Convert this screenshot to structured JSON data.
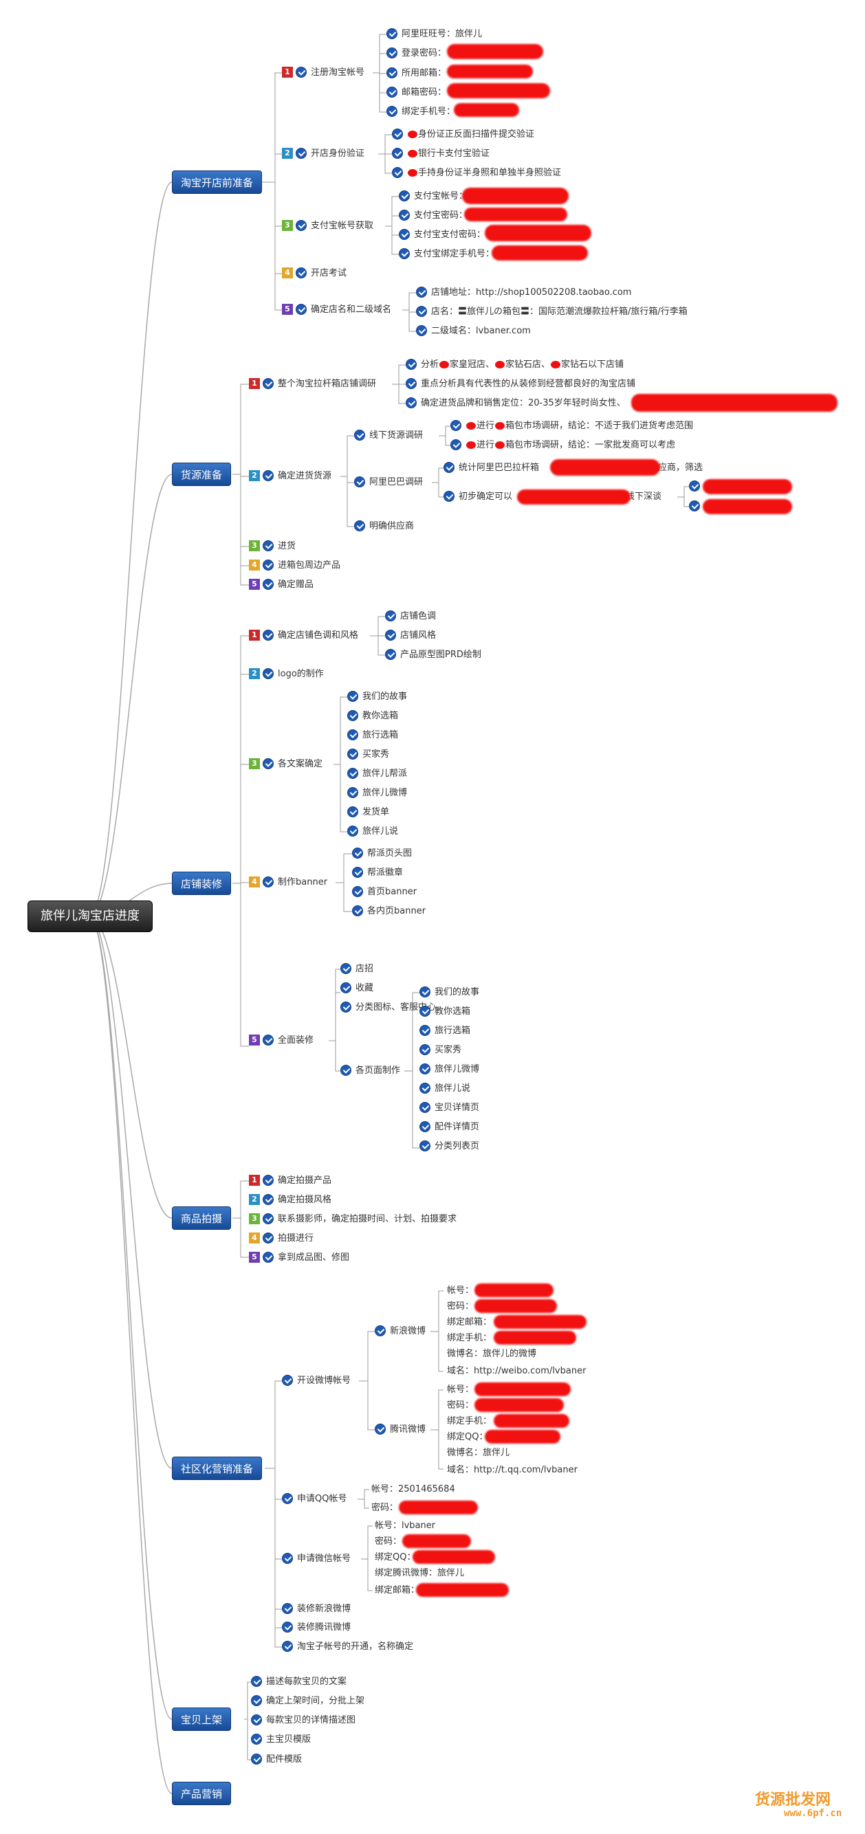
{
  "root": "旅伴儿淘宝店进度",
  "categories": {
    "c1": "淘宝开店前准备",
    "c2": "货源准备",
    "c3": "店铺装修",
    "c4": "商品拍摄",
    "c5": "社区化营销准备",
    "c6": "宝贝上架",
    "c7": "产品营销"
  },
  "tasks": {
    "c1_1": "注册淘宝帐号",
    "c1_2": "开店身份验证",
    "c1_3": "支付宝帐号获取",
    "c1_4": "开店考试",
    "c1_5": "确定店名和二级域名",
    "c2_1": "整个淘宝拉杆箱店铺调研",
    "c2_2": "确定进货货源",
    "c2_3": "进货",
    "c2_4": "进箱包周边产品",
    "c2_5": "确定赠品",
    "c3_1": "确定店铺色调和风格",
    "c3_2": "logo的制作",
    "c3_3": "各文案确定",
    "c3_4": "制作banner",
    "c3_5": "全面装修",
    "c4_1": "确定拍摄产品",
    "c4_2": "确定拍摄风格",
    "c4_3": "联系摄影师，确定拍摄时间、计划、拍摄要求",
    "c4_4": "拍摄进行",
    "c4_5": "拿到成品图、修图",
    "c5_1": "开设微博帐号",
    "c5_2": "申请QQ帐号",
    "c5_3": "申请微信帐号",
    "c5_4": "装修新浪微博",
    "c5_5": "装修腾讯微博",
    "c5_6": "淘宝子帐号的开通，名称确定",
    "c6_1": "描述每款宝贝的文案",
    "c6_2": "确定上架时间，分批上架",
    "c6_3": "每款宝贝的详情描述图",
    "c6_4": "主宝贝模版",
    "c6_5": "配件模版"
  },
  "details": {
    "reg_1": "阿里旺旺号：旅伴儿",
    "reg_2": "登录密码：",
    "reg_3": "所用邮箱：",
    "reg_4": "邮箱密码：",
    "reg_5": "绑定手机号：",
    "id_1": "身份证正反面扫描件提交验证",
    "id_2": "银行卡支付宝验证",
    "id_3": "手持身份证半身照和单独半身照验证",
    "pay_1": "支付宝帐号：",
    "pay_2": "支付宝密码：",
    "pay_3": "支付宝支付密码：",
    "pay_4": "支付宝绑定手机号：",
    "shop_1": "店铺地址：http://shop100502208.taobao.com",
    "shop_2": "店名：〓旅伴儿の箱包〓：国际范潮流爆款拉杆箱/旅行箱/行李箱",
    "shop_3": "二级域名：lvbaner.com",
    "sur_1a": "分析",
    "sur_1b": "家皇冠店、",
    "sur_1c": "家钻石店、",
    "sur_1d": "家钻石以下店铺",
    "sur_2": "重点分析具有代表性的从装修到经营都良好的淘宝店铺",
    "sur_3": "确定进货品牌和销售定位：20-35岁年轻时尚女性、",
    "src_1": "线下货源调研",
    "src_2": "阿里巴巴调研",
    "src_3": "明确供应商",
    "off_1a": "进行",
    "off_1b": "箱包市场调研，结论：不适于我们进货考虑范围",
    "off_2a": "进行",
    "off_2b": "箱包市场调研，结论：一家批发商可以考虑",
    "ali_1a": "统计阿里巴巴拉杆箱",
    "ali_1b": "供应商，筛选",
    "ali_2a": "初步确定可以",
    "ali_2b": "线下深谈",
    "col_1": "店铺色调",
    "col_2": "店铺风格",
    "col_3": "产品原型图PRD绘制",
    "copy_1": "我们的故事",
    "copy_2": "教你选箱",
    "copy_3": "旅行选箱",
    "copy_4": "买家秀",
    "copy_5": "旅伴儿帮派",
    "copy_6": "旅伴儿微博",
    "copy_7": "发货单",
    "copy_8": "旅伴儿说",
    "ban_1": "帮派页头图",
    "ban_2": "帮派徽章",
    "ban_3": "首页banner",
    "ban_4": "各内页banner",
    "full_1": "店招",
    "full_2": "收藏",
    "full_3": "分类图标、客服中心",
    "full_4": "各页面制作",
    "pg_1": "我们的故事",
    "pg_2": "教你选箱",
    "pg_3": "旅行选箱",
    "pg_4": "买家秀",
    "pg_5": "旅伴儿微博",
    "pg_6": "旅伴儿说",
    "pg_7": "宝贝详情页",
    "pg_8": "配件详情页",
    "pg_9": "分类列表页",
    "wb_sina": "新浪微博",
    "wb_tx": "腾讯微博",
    "sina_1": "帐号：",
    "sina_2": "密码：",
    "sina_3": "绑定邮箱：",
    "sina_4": "绑定手机：",
    "sina_5": "微博名：旅伴儿的微博",
    "sina_6": "域名：http://weibo.com/lvbaner",
    "tx_1": "帐号：",
    "tx_2": "密码：",
    "tx_3": "绑定手机：",
    "tx_4": "绑定QQ：",
    "tx_5": "微博名：旅伴儿",
    "tx_6": "域名：http://t.qq.com/lvbaner",
    "qq_1": "帐号：2501465684",
    "qq_2": "密码：",
    "wx_1": "帐号：lvbaner",
    "wx_2": "密码：",
    "wx_3": "绑定QQ：",
    "wx_4": "绑定腾讯微博：旅伴儿",
    "wx_5": "绑定邮箱："
  },
  "watermark": {
    "line1": "货源批发网",
    "line2": "www.6pf.cn"
  },
  "colors": {
    "redaction": "#f21111",
    "node_blue": "#1f5ab5",
    "root_bg": "#2b2b2b",
    "priority_1": "#cc2a2a",
    "priority_2": "#2b8fc4",
    "priority_3": "#6cb33a",
    "priority_4": "#e3a62c",
    "priority_5": "#6e3eb2",
    "watermark": "#f29a2e"
  }
}
